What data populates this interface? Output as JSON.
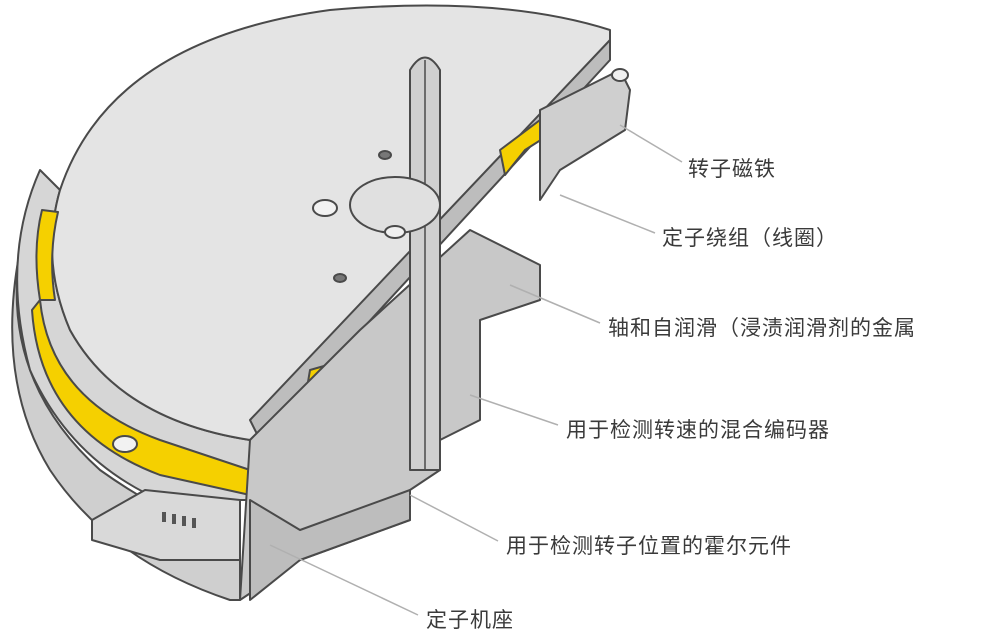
{
  "labels": [
    "转子磁铁",
    "定子绕组（线圈）",
    "轴和自润滑（浸渍润滑剂的金属",
    "用于检测转速的混合编码器",
    "用于检测转子位置的霍尔元件",
    "定子机座"
  ],
  "colors": {
    "body": "#d9d9d9",
    "top": "#e4e4e4",
    "cut": "#c6c6c6",
    "outline": "#4a4a4a",
    "magnet": "#f5d000",
    "leader": "#b0b0b0"
  }
}
